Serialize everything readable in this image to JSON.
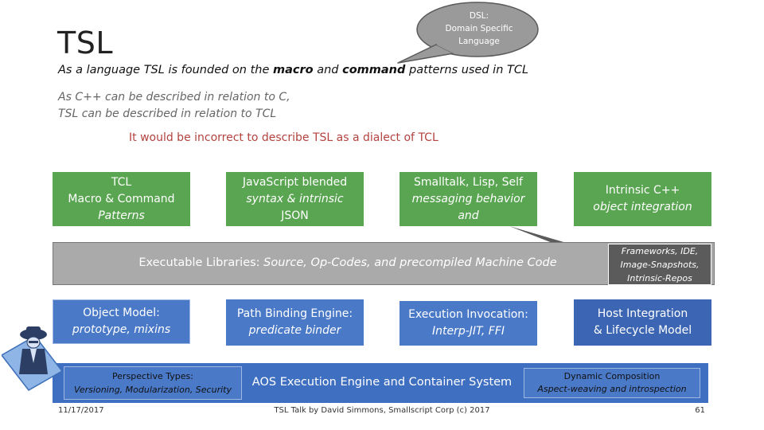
{
  "slide": {
    "title": "TSL",
    "bubble": {
      "line1": "DSL:",
      "line2": "Domain Specific",
      "line3": "Language"
    },
    "line1": {
      "a": "As a language TSL is founded on the ",
      "b": "macro",
      "c": " and ",
      "d": "command",
      "e": " patterns used in TCL"
    },
    "line2a": "As C++ can be described in relation to C,",
    "line2b": "TSL can be described in relation to TCL",
    "warning": "It would be incorrect to describe TSL as a dialect of TCL"
  },
  "green_boxes": [
    {
      "l1": "TCL",
      "l2": "Macro & Command",
      "l3": "Patterns"
    },
    {
      "l1": "JavaScript blended",
      "l2": "syntax & intrinsic",
      "l3": "JSON"
    },
    {
      "l1": "Smalltalk, Lisp, Self",
      "l2": "messaging behavior",
      "l3": "and"
    },
    {
      "l1": "Intrinsic C++",
      "l2": "object integration"
    }
  ],
  "libraries": {
    "bold": "Executable Libraries:",
    "rest": " Source, Op-Codes, and precompiled Machine Code"
  },
  "frameworks": {
    "l1": "Frameworks, IDE,",
    "l2": "Image-Snapshots,",
    "l3": "Intrinsic-Repos"
  },
  "blue_boxes": [
    {
      "l1": "Object Model:",
      "l2": "prototype, mixins"
    },
    {
      "l1": "Path Binding Engine:",
      "l2": "predicate binder"
    },
    {
      "l1": "Execution Invocation:",
      "l2": "Interp-JIT, FFI"
    },
    {
      "l1": "Host Integration",
      "l2": "& Lifecycle Model"
    }
  ],
  "bottom": {
    "perspective": {
      "l1": "Perspective Types:",
      "l2": "Versioning, Modularization, Security"
    },
    "engine": "AOS Execution Engine and Container System",
    "dynamic": {
      "l1": "Dynamic Composition",
      "l2": "Aspect-weaving and introspection"
    }
  },
  "footer": {
    "date": "11/17/2017",
    "center": "TSL Talk by David Simmons, Smallscript Corp (c) 2017",
    "page": "61"
  },
  "colors": {
    "green": "#5aa551",
    "blue": "#3f6fc1",
    "gray": "#aaaaaa",
    "dark": "#5b5b5b",
    "accent_red": "#b3433f"
  }
}
